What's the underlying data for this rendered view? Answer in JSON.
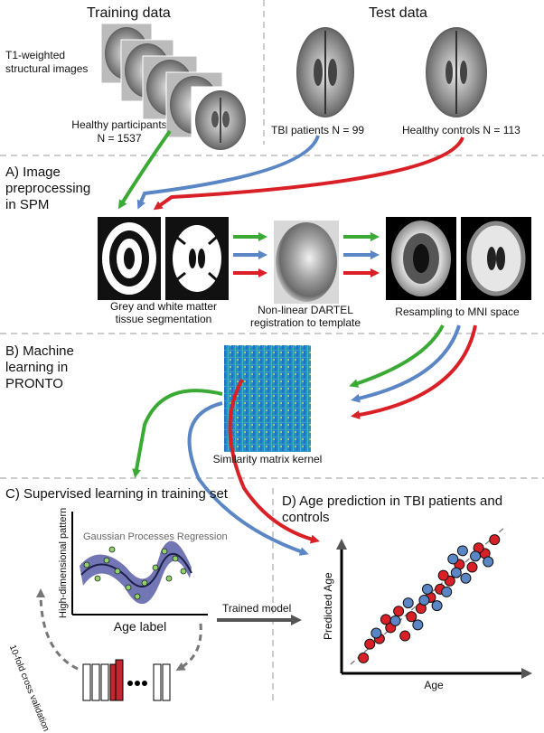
{
  "top": {
    "training_title": "Training data",
    "test_title": "Test data",
    "t1_label_line1": "T1-weighted",
    "t1_label_line2": "structural images",
    "healthy_participants_line1": "Healthy participants",
    "healthy_participants_line2": "N = 1537",
    "tbi_patients": "TBI patients N = 99",
    "healthy_controls": "Healthy controls N = 113"
  },
  "section_a": {
    "title_line1": "A) Image",
    "title_line2": "preprocessing",
    "title_line3": "in SPM",
    "seg_caption_line1": "Grey and white matter",
    "seg_caption_line2": "tissue segmentation",
    "dartel_caption_line1": "Non-linear DARTEL",
    "dartel_caption_line2": "registration to template",
    "mni_caption": "Resampling to MNI space"
  },
  "section_b": {
    "title_line1": "B) Machine",
    "title_line2": "learning in",
    "title_line3": "PRONTO",
    "kernel_caption": "Similarity matrix kernel"
  },
  "section_c": {
    "title": "C) Supervised learning in training set",
    "gpr_label": "Gaussian Processes Regression",
    "y_axis": "High-dimensional pattern",
    "x_axis": "Age label",
    "cv_label": "10-fold cross validation",
    "trained_model": "Trained model"
  },
  "section_d": {
    "title_line1": "D) Age prediction in TBI patients and",
    "title_line2": "controls",
    "y_axis": "Predicted Age",
    "x_axis": "Age"
  },
  "colors": {
    "green": "#3aaa35",
    "blue": "#5b86c5",
    "red": "#d92027",
    "dash": "#9a9a9a",
    "band": "#5a5ea8",
    "grey_arrow": "#666666"
  },
  "chart_data": {
    "type": "scatter",
    "xlabel": "Age",
    "ylabel": "Predicted Age",
    "series": [
      {
        "values": [
          [
            0.08,
            0.06
          ],
          [
            0.12,
            0.16
          ],
          [
            0.18,
            0.2
          ],
          [
            0.25,
            0.28
          ],
          [
            0.3,
            0.4
          ],
          [
            0.38,
            0.36
          ],
          [
            0.44,
            0.42
          ],
          [
            0.5,
            0.5
          ],
          [
            0.56,
            0.56
          ],
          [
            0.62,
            0.62
          ],
          [
            0.68,
            0.74
          ],
          [
            0.76,
            0.72
          ],
          [
            0.84,
            0.82
          ],
          [
            0.9,
            0.92
          ],
          [
            0.22,
            0.34
          ],
          [
            0.34,
            0.22
          ],
          [
            0.58,
            0.66
          ],
          [
            0.8,
            0.86
          ]
        ]
      },
      {
        "values": [
          [
            0.16,
            0.24
          ],
          [
            0.28,
            0.33
          ],
          [
            0.36,
            0.46
          ],
          [
            0.42,
            0.3
          ],
          [
            0.48,
            0.56
          ],
          [
            0.54,
            0.44
          ],
          [
            0.6,
            0.54
          ],
          [
            0.66,
            0.68
          ],
          [
            0.72,
            0.64
          ],
          [
            0.78,
            0.8
          ],
          [
            0.86,
            0.76
          ],
          [
            0.64,
            0.78
          ],
          [
            0.46,
            0.48
          ],
          [
            0.7,
            0.84
          ]
        ]
      }
    ]
  }
}
